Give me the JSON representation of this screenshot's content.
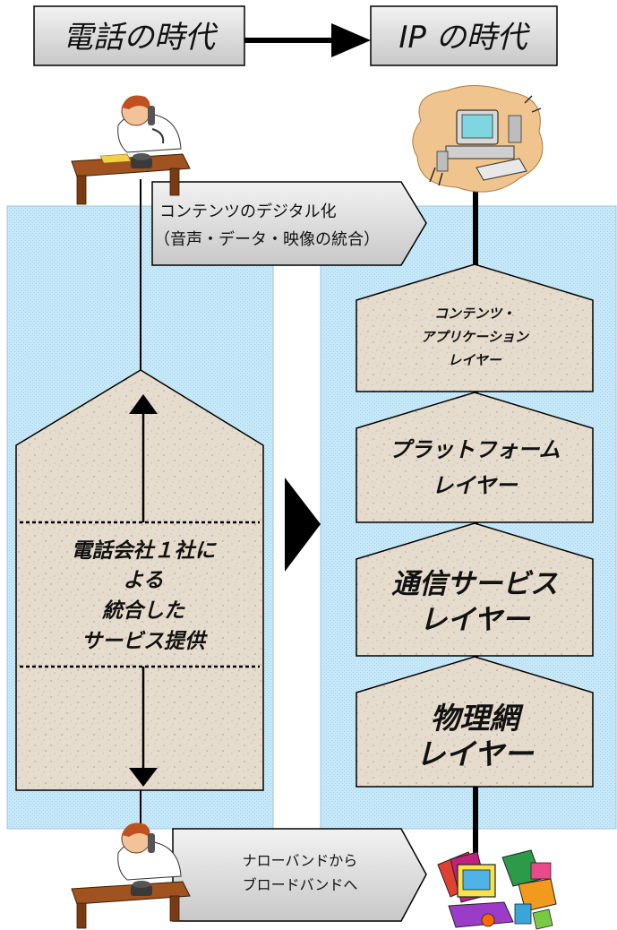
{
  "header": {
    "left_title": "電話の時代",
    "right_title": "IP の時代"
  },
  "callouts": {
    "top_line1": "コンテンツのデジタル化",
    "top_line2": "（音声・データ・映像の統合）",
    "bottom_line1": "ナローバンドから",
    "bottom_line2": "ブロードバンドへ"
  },
  "left_block": {
    "lines": [
      "電話会社１社に",
      "よる",
      "統合した",
      "サービス提供"
    ]
  },
  "layers": [
    {
      "lines": [
        "コンテンツ・",
        "アプリケーション",
        "レイヤー"
      ]
    },
    {
      "lines": [
        "プラットフォーム",
        "レイヤー"
      ]
    },
    {
      "lines": [
        "通信サービス",
        "レイヤー"
      ]
    },
    {
      "lines": [
        "物理網",
        "レイヤー"
      ]
    }
  ],
  "icons": [
    "person-on-phone-icon",
    "computer-icon",
    "multimedia-icon"
  ],
  "colors": {
    "panel": "#c4e6f7",
    "stone": "#e4dacb",
    "title_box": "#d8d8d8",
    "line": "#000000"
  }
}
